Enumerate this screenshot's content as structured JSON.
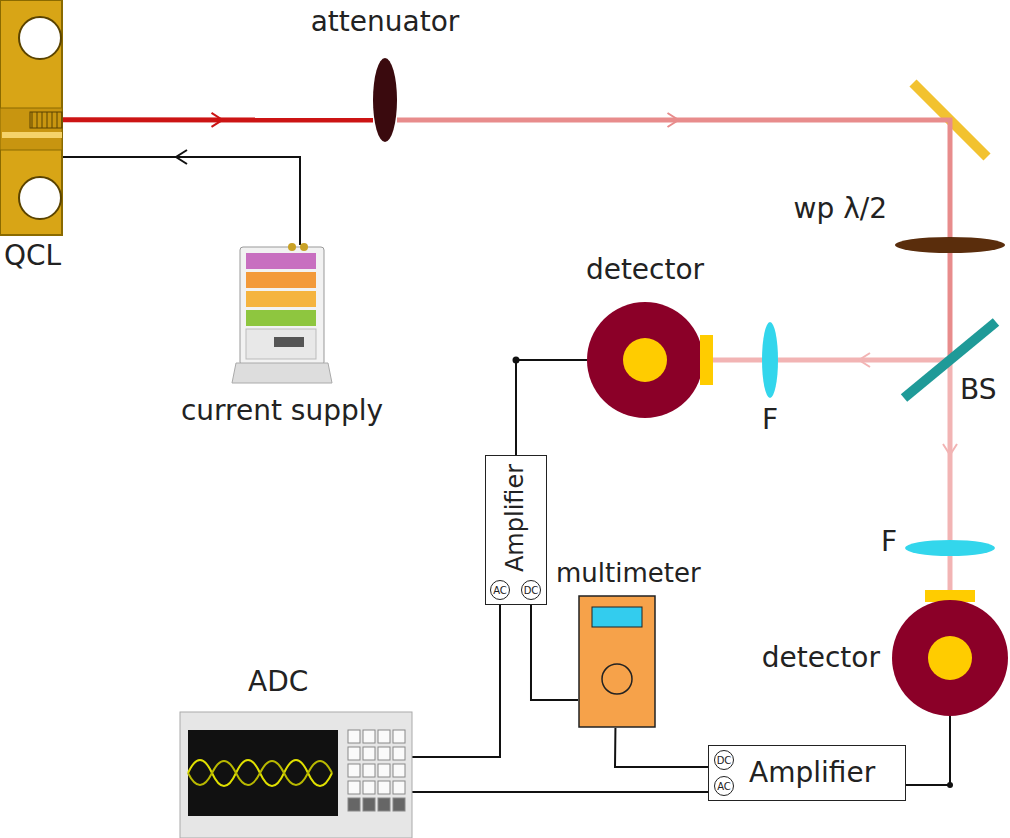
{
  "diagram": {
    "nodes": [
      {
        "text": [
          "QCL"
        ]
      },
      {
        "text": [
          "current supply"
        ]
      },
      {
        "text": [
          "attenuator"
        ]
      },
      {
        "text": [
          "wp λ/2"
        ]
      },
      {
        "text": [
          "BS"
        ]
      },
      {
        "text": [
          "detector"
        ]
      },
      {
        "text": [
          "F"
        ]
      },
      {
        "text": [
          "F"
        ]
      },
      {
        "text": [
          "detector"
        ]
      },
      {
        "text": [
          "Amplifier",
          "AC",
          "DC"
        ]
      },
      {
        "text": [
          "multimeter"
        ]
      },
      {
        "text": [
          "ADC"
        ]
      },
      {
        "text": [
          "Amplifier",
          "DC",
          "AC"
        ]
      }
    ],
    "edges": [
      {
        "from": 1,
        "to": 0,
        "arrow": "to"
      },
      {
        "from": 0,
        "to": 2,
        "arrow": "to"
      },
      {
        "from": 2,
        "to": 3,
        "arrow": "to"
      },
      {
        "from": 3,
        "to": 4,
        "arrow": "none"
      },
      {
        "from": 4,
        "to": 6,
        "arrow": "to"
      },
      {
        "from": 6,
        "to": 5,
        "arrow": "none"
      },
      {
        "from": 4,
        "to": 7,
        "arrow": "to"
      },
      {
        "from": 7,
        "to": 8,
        "arrow": "none"
      },
      {
        "from": 5,
        "to": 9,
        "arrow": "none"
      },
      {
        "from": 9,
        "to": 11,
        "arrow": "none"
      },
      {
        "from": 9,
        "to": 10,
        "arrow": "none"
      },
      {
        "from": 10,
        "to": 12,
        "arrow": "none"
      },
      {
        "from": 12,
        "to": 11,
        "arrow": "none"
      },
      {
        "from": 8,
        "to": 12,
        "arrow": "none"
      }
    ]
  }
}
